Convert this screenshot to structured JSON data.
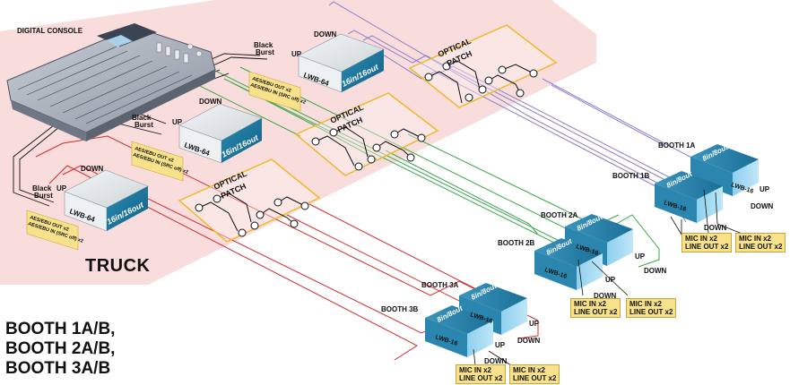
{
  "console_label": "DIGITAL CONSOLE",
  "truck_label": "TRUCK",
  "title_lines": [
    "BOOTH 1A/B,",
    "BOOTH 2A/B,",
    "BOOTH 3A/B"
  ],
  "optical_patch_label": "OPTICAL PATCH",
  "optical_patch_lines": [
    "OPTICAL",
    "PATCH"
  ],
  "black_burst_lines": [
    "Black",
    "Burst"
  ],
  "up_label": "UP",
  "down_label": "DOWN",
  "truck_units": [
    {
      "model": "LWB-64",
      "io": "16in/16out",
      "aes_lines": [
        "AES/EBU OUT x2",
        "AES/EBU IN (SRC off) x2"
      ]
    },
    {
      "model": "LWB-64",
      "io": "16in/16out",
      "aes_lines": [
        "AES/EBU OUT x2",
        "AES/EBU IN (SRC off) x2"
      ]
    },
    {
      "model": "LWB-64",
      "io": "16in/16out",
      "aes_lines": [
        "AES/EBU OUT x2",
        "AES/EBU IN (SRC off) x2"
      ]
    }
  ],
  "booths": [
    {
      "name": "BOOTH 1A",
      "model": "LWB-16",
      "io": "8in/8out",
      "mic": "MIC IN x2",
      "line": "LINE OUT x2",
      "color": "#8a7fc9"
    },
    {
      "name": "BOOTH 1B",
      "model": "LWB-16",
      "io": "8in/8out",
      "mic": "MIC IN x2",
      "line": "LINE OUT x2",
      "color": "#8a7fc9"
    },
    {
      "name": "BOOTH 2A",
      "model": "LWB-16",
      "io": "8in/8out",
      "mic": "MIC IN x2",
      "line": "LINE OUT x2",
      "color": "#3aa84a"
    },
    {
      "name": "BOOTH 2B",
      "model": "LWB-16",
      "io": "8in/8out",
      "mic": "MIC IN x2",
      "line": "LINE OUT x2",
      "color": "#3aa84a"
    },
    {
      "name": "BOOTH 3A",
      "model": "LWB-16",
      "io": "8in/8out",
      "mic": "MIC IN x2",
      "line": "LINE OUT x2",
      "color": "#d42a2a"
    },
    {
      "name": "BOOTH 3B",
      "model": "LWB-16",
      "io": "8in/8out",
      "mic": "MIC IN x2",
      "line": "LINE OUT x2",
      "color": "#d42a2a"
    }
  ],
  "colors": {
    "truck_area": "#f9dcdc",
    "unit_face": "#1f7aa0",
    "unit_top": "#e6eaec",
    "patch_border": "#f0b82a",
    "io_box": "#f7e28b"
  }
}
